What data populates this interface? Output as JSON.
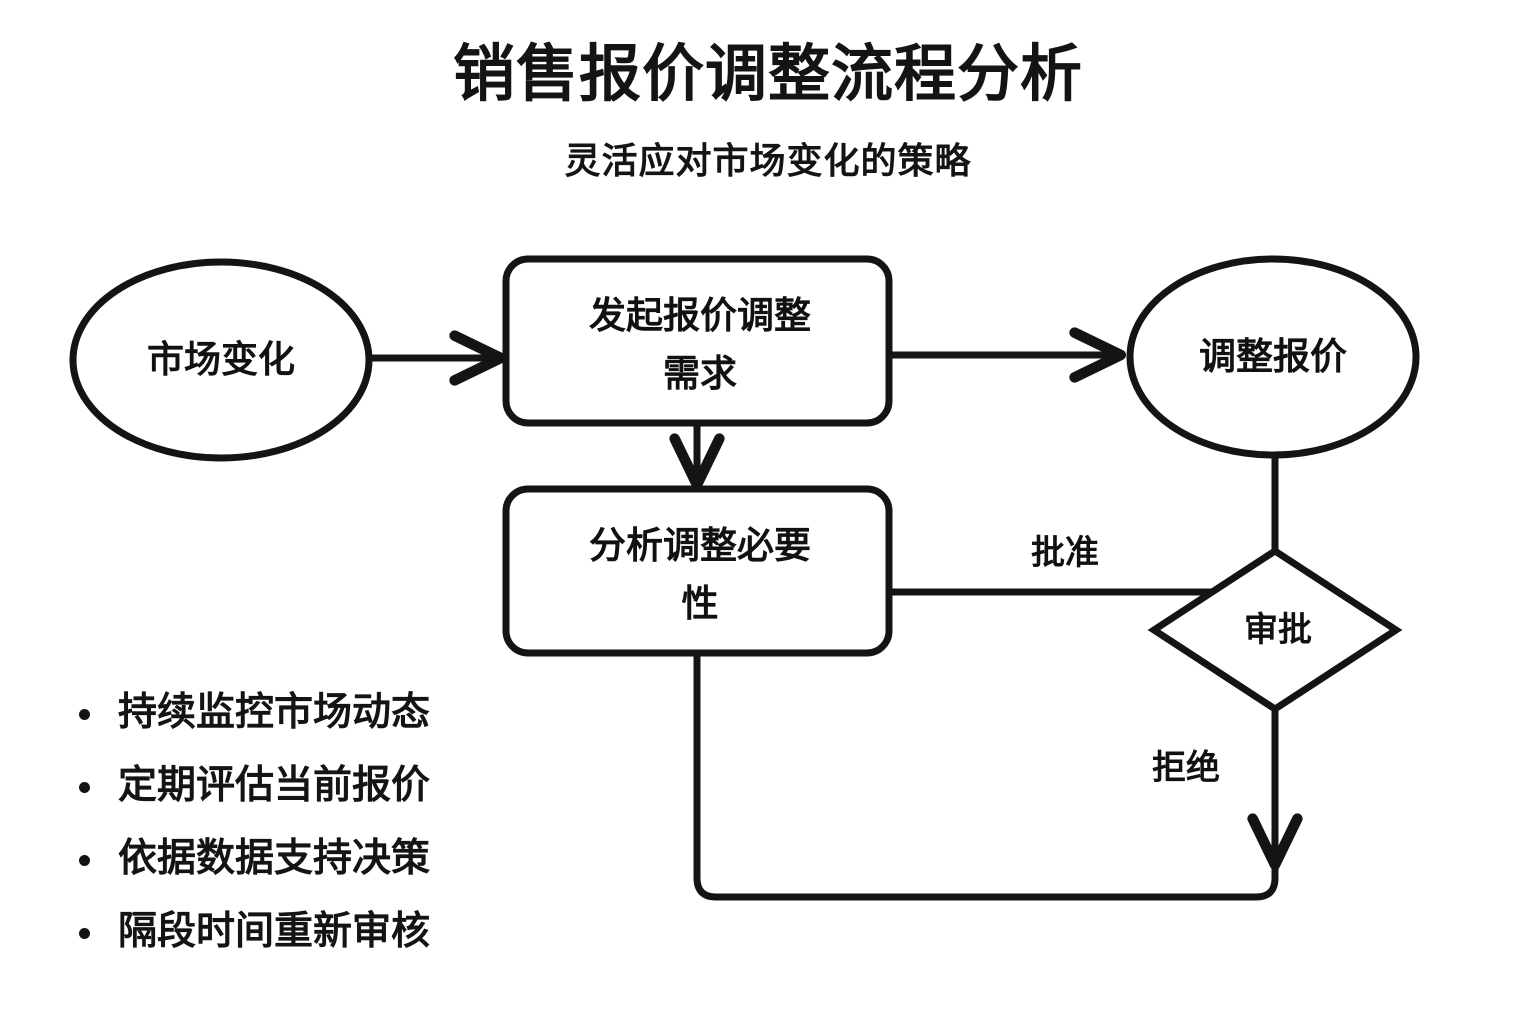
{
  "header": {
    "title": "销售报价调整流程分析",
    "subtitle": "灵活应对市场变化的策略"
  },
  "diagram": {
    "nodes": [
      {
        "id": "market-change",
        "shape": "ellipse",
        "label": "市场变化"
      },
      {
        "id": "initiate-request",
        "shape": "rounded-rect",
        "label_line1": "发起报价调整",
        "label_line2": "需求"
      },
      {
        "id": "adjust-quote",
        "shape": "ellipse",
        "label": "调整报价"
      },
      {
        "id": "analyze-need",
        "shape": "rounded-rect",
        "label_line1": "分析调整必要",
        "label_line2": "性"
      },
      {
        "id": "approval",
        "shape": "diamond",
        "label": "审批"
      }
    ],
    "edges": [
      {
        "id": "market-to-initiate",
        "from": "market-change",
        "to": "initiate-request",
        "label": ""
      },
      {
        "id": "initiate-to-adjust",
        "from": "initiate-request",
        "to": "adjust-quote",
        "label": ""
      },
      {
        "id": "initiate-to-analyze",
        "from": "initiate-request",
        "to": "analyze-need",
        "label": ""
      },
      {
        "id": "analyze-to-approval",
        "from": "analyze-need",
        "to": "approval",
        "label": "批准"
      },
      {
        "id": "adjust-to-approval",
        "from": "adjust-quote",
        "to": "approval",
        "label": ""
      },
      {
        "id": "approval-reject-loop",
        "from": "approval",
        "to": "analyze-need",
        "label": "拒绝"
      }
    ],
    "colors": {
      "stroke": "#141414",
      "fill": "#ffffff",
      "background": "#ffffff"
    }
  },
  "notes": {
    "items": [
      "持续监控市场动态",
      "定期评估当前报价",
      "依据数据支持决策",
      "隔段时间重新审核"
    ]
  }
}
